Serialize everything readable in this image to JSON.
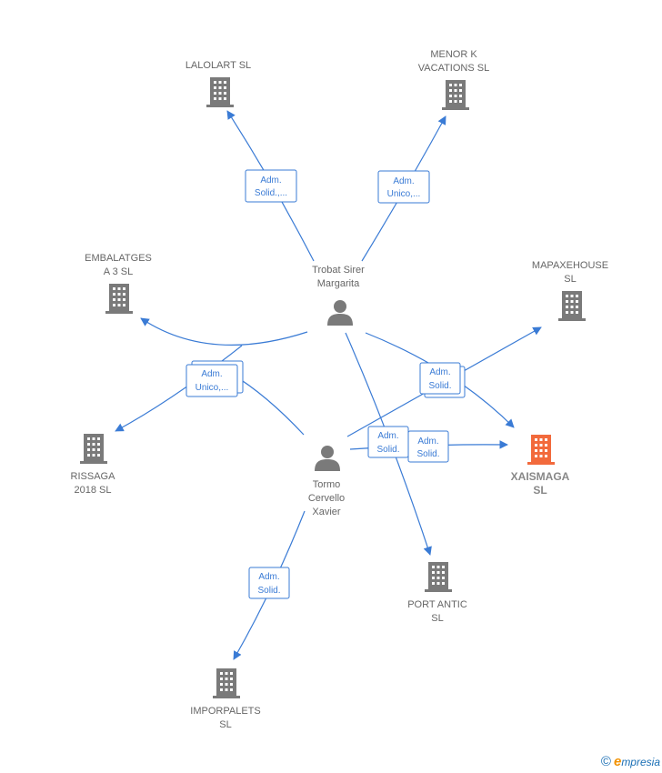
{
  "companies": [
    {
      "id": "lalolart",
      "lines": [
        "LALOLART SL"
      ],
      "highlight": false
    },
    {
      "id": "menor",
      "lines": [
        "MENOR K",
        "VACATIONS  SL"
      ],
      "highlight": false
    },
    {
      "id": "embalatges",
      "lines": [
        "EMBALATGES",
        "A 3  SL"
      ],
      "highlight": false
    },
    {
      "id": "mapaxehouse",
      "lines": [
        "MAPAXEHOUSE",
        "SL"
      ],
      "highlight": false
    },
    {
      "id": "rissaga",
      "lines": [
        "RISSAGA",
        "2018  SL"
      ],
      "highlight": false
    },
    {
      "id": "xaismaga",
      "lines": [
        "XAISMAGA",
        "SL"
      ],
      "highlight": true
    },
    {
      "id": "portantic",
      "lines": [
        "PORT ANTIC",
        "SL"
      ],
      "highlight": false
    },
    {
      "id": "imporpalets",
      "lines": [
        "IMPORPALETS",
        "SL"
      ],
      "highlight": false
    }
  ],
  "persons": [
    {
      "id": "trobat",
      "lines": [
        "Trobat Sirer",
        "Margarita"
      ]
    },
    {
      "id": "tormo",
      "lines": [
        "Tormo",
        "Cervello",
        "Xavier"
      ]
    }
  ],
  "edges": [
    {
      "id": "e1",
      "lines": [
        "Adm.",
        "Solid.,..."
      ]
    },
    {
      "id": "e2",
      "lines": [
        "Adm.",
        "Unico,..."
      ]
    },
    {
      "id": "e3",
      "lines": [
        "Adm.",
        "Unico,..."
      ]
    },
    {
      "id": "e4",
      "lines": [
        "Adm.",
        "Solid."
      ]
    },
    {
      "id": "e5",
      "lines": [
        "Adm.",
        "Solid."
      ]
    },
    {
      "id": "e6",
      "lines": [
        "Adm.",
        "Solid."
      ]
    },
    {
      "id": "e7",
      "lines": [
        "Adm.",
        "Solid."
      ]
    }
  ],
  "colors": {
    "building": "#7a7a7a",
    "building_highlight": "#f26a3c",
    "person": "#7a7a7a",
    "edge": "#3a7bd5"
  },
  "brand": {
    "copyright": "©",
    "e_letter": "e",
    "rest": "mpresia"
  }
}
